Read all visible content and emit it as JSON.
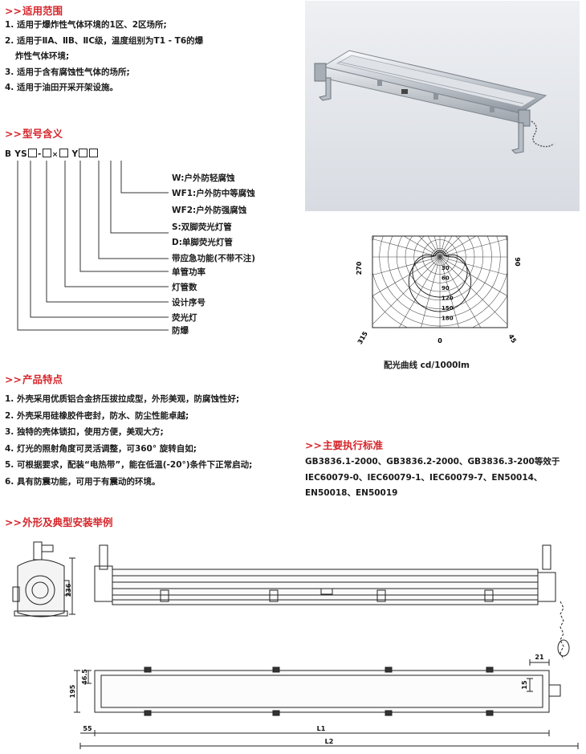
{
  "sections": {
    "scope": {
      "title": "适用范围",
      "items": [
        "1. 适用于爆炸性气体环境的1区、2区场所;",
        "2. 适用于ⅡA、ⅡB、ⅡC级，温度组别为T1 - T6的爆",
        "炸性气体环境;",
        "3. 适用于含有腐蚀性气体的场所;",
        "4. 适用于油田开采开架设施。"
      ]
    },
    "model": {
      "title": "型号含义",
      "code": {
        "p1": "B",
        "p2": "YS",
        "p3": "-",
        "p4": "×",
        "p5": "Y"
      },
      "labels": [
        "W:户外防轻腐蚀",
        "WF1:户外防中等腐蚀",
        "WF2:户外防强腐蚀",
        "S:双脚荧光灯管",
        "D:单脚荧光灯管",
        "带应急功能(不带不注)",
        "单管功率",
        "灯管数",
        "设计序号",
        "荧光灯",
        "防爆"
      ]
    },
    "features": {
      "title": "产品特点",
      "items": [
        "1. 外壳采用优质铝合金挤压拔拉成型，外形美观，防腐蚀性好;",
        "2. 外壳采用硅橡胶件密封，防水、防尘性能卓越;",
        "3. 独特的壳体锁扣，使用方便，美观大方;",
        "4. 灯光的照射角度可灵活调整，可360° 旋转自如;",
        "5. 可根据要求，配装“电热带”，能在低温(-20°)条件下正常启动;",
        "6. 具有防震功能，可用于有震动的环境。"
      ]
    },
    "standards": {
      "title": "主要执行标准",
      "text": "GB3836.1-2000、GB3836.2-2000、GB3836.3-200等效于IEC60079-0、IEC60079-1、IEC60079-7、EN50014、EN50018、EN50019"
    },
    "install": {
      "title": "外形及典型安装举例"
    }
  },
  "chevron": ">>",
  "polar": {
    "angle_labels": {
      "left": "270",
      "right": "90",
      "bottom_left": "315",
      "bottom": "0",
      "bottom_right": "45"
    },
    "radial_labels": [
      "30",
      "60",
      "90",
      "120",
      "150",
      "180"
    ],
    "caption": "配光曲线 cd/1000lm"
  },
  "dimensions": {
    "side_height": "236",
    "d1": "46.5",
    "d2": "195",
    "d3": "21",
    "d4": "15",
    "d5": "55",
    "l1": "L1",
    "l2": "L2"
  },
  "colors": {
    "accent": "#d6262b",
    "text": "#1b1b1b",
    "photo_bg": "#e3e6ea"
  }
}
